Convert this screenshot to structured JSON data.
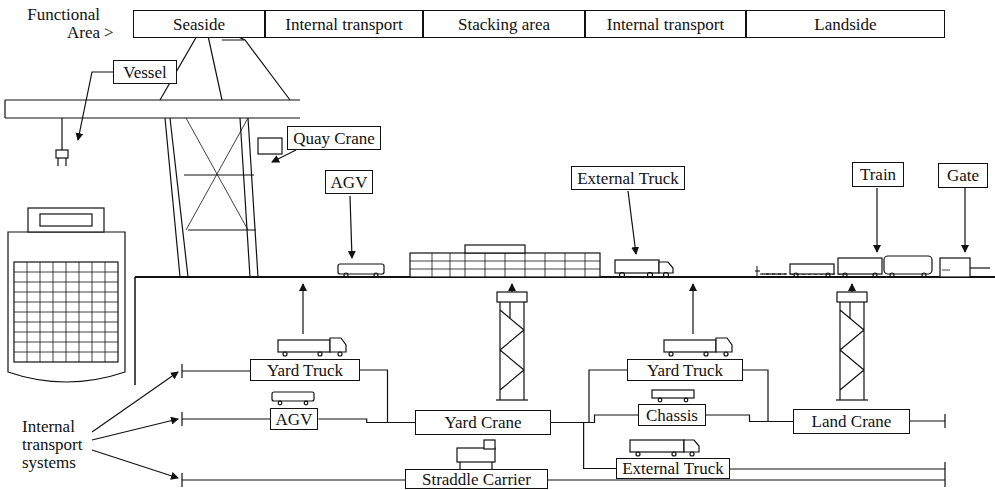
{
  "diagram": {
    "nodes": [
      {
        "text": [
          "Seaside"
        ]
      },
      {
        "text": [
          "Internal transport"
        ]
      },
      {
        "text": [
          "Stacking area"
        ]
      },
      {
        "text": [
          "Internal transport"
        ]
      },
      {
        "text": [
          "Landside"
        ]
      },
      {
        "text": [
          "Vessel"
        ]
      },
      {
        "text": [
          "Quay Crane"
        ]
      },
      {
        "text": [
          "AGV"
        ]
      },
      {
        "text": [
          "External Truck"
        ]
      },
      {
        "text": [
          "Train"
        ]
      },
      {
        "text": [
          "Gate"
        ]
      },
      {
        "text": [
          "Yard Truck"
        ]
      },
      {
        "text": [
          "AGV"
        ]
      },
      {
        "text": [
          "Yard Crane"
        ]
      },
      {
        "text": [
          "Yard Truck"
        ]
      },
      {
        "text": [
          "Chassis"
        ]
      },
      {
        "text": [
          "Land Crane"
        ]
      },
      {
        "text": [
          "External Truck"
        ]
      },
      {
        "text": [
          "Straddle Carrier"
        ]
      }
    ],
    "edges": [
      {
        "from": 11,
        "to": 13,
        "arrow": "none"
      },
      {
        "from": 12,
        "to": 13,
        "arrow": "none"
      },
      {
        "from": 13,
        "to": 14,
        "arrow": "none"
      },
      {
        "from": 13,
        "to": 15,
        "arrow": "none"
      },
      {
        "from": 13,
        "to": 17,
        "arrow": "none"
      },
      {
        "from": 14,
        "to": 16,
        "arrow": "none"
      },
      {
        "from": 15,
        "to": 16,
        "arrow": "none"
      }
    ],
    "labels": [
      "Functional Area",
      ">",
      "Internal transport systems"
    ]
  }
}
